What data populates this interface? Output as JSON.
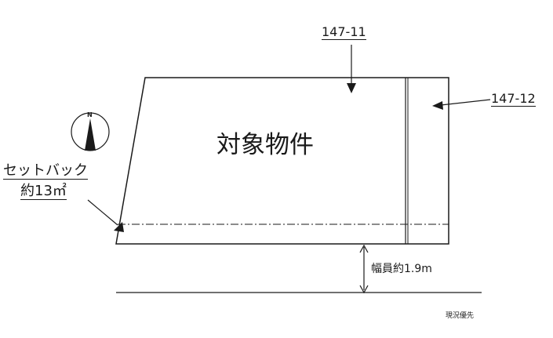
{
  "labels": {
    "lot_top": "147-11",
    "lot_right": "147-12",
    "subject": "対象物件",
    "setback_line1": "セットバック",
    "setback_line2": "約13㎡",
    "road_width": "幅員約1.9m",
    "footnote": "現況優先",
    "compass_letter": "N"
  },
  "icons": [
    "north-compass-icon",
    "arrow-down-icon",
    "arrow-left-icon",
    "arrow-up-right-icon",
    "double-arrow-vertical-icon"
  ],
  "colors": {
    "line": "#1a1a1a",
    "background": "#ffffff"
  }
}
